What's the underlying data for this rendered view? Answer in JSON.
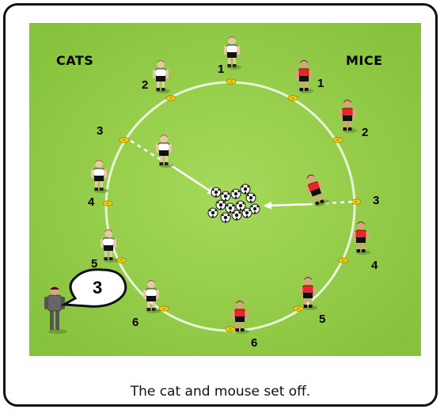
{
  "labels": {
    "cats": "CATS",
    "mice": "MICE"
  },
  "caption": "The cat and mouse set off.",
  "cat_numbers": [
    "1",
    "2",
    "3",
    "4",
    "5",
    "6"
  ],
  "mouse_numbers": [
    "1",
    "2",
    "3",
    "4",
    "5",
    "6"
  ],
  "coach_call": "3",
  "colors": {
    "grass": "#8cc63f",
    "grass_light": "#a6d95a",
    "circle": "#e8f4d8",
    "cone": "#f7d10b",
    "cat_shirt": "#ffffff",
    "mouse_shirt": "#e8262a",
    "shorts_black": "#111111"
  },
  "icons": {
    "ball": "soccer-ball-icon",
    "cone": "cone-icon",
    "player": "player-icon",
    "coach": "coach-icon"
  }
}
